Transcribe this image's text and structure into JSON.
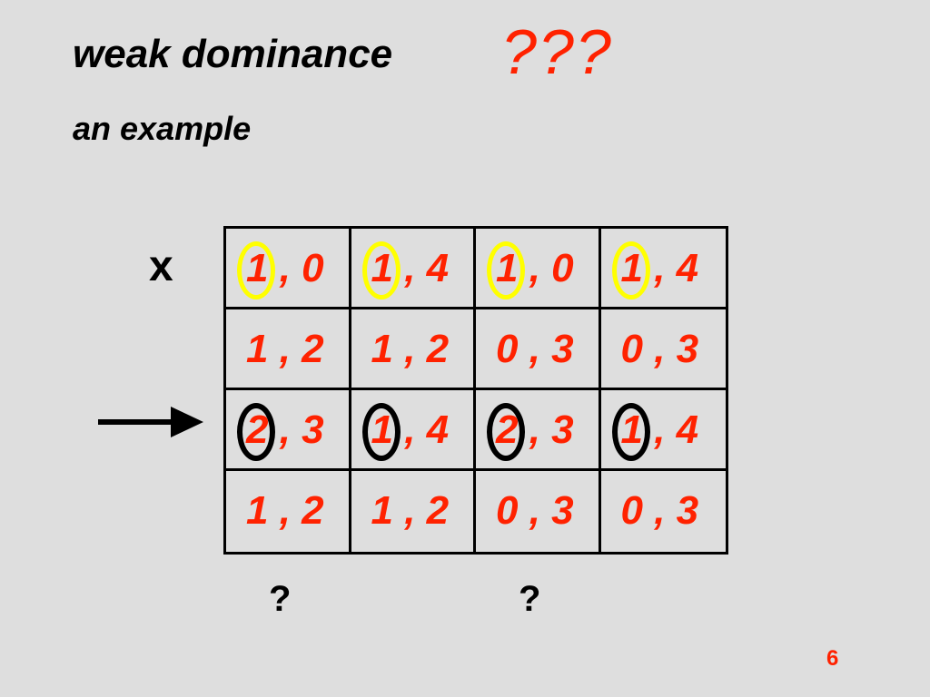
{
  "slide": {
    "title": "weak dominance",
    "title_marks": "???",
    "subtitle": "an example",
    "row_marker_label": "x",
    "page_number": "6"
  },
  "matrix": {
    "rows": [
      [
        "1 , 0",
        "1 , 4",
        "1 , 0",
        "1 , 4"
      ],
      [
        "1 , 2",
        "1 , 2",
        "0 , 3",
        "0 , 3"
      ],
      [
        "2 , 3",
        "1 , 4",
        "2 , 3",
        "1 , 4"
      ],
      [
        "1 , 2",
        "1 , 2",
        "0 , 3",
        "0 , 3"
      ]
    ]
  },
  "column_marks": [
    "?",
    "?"
  ],
  "colors": {
    "background": "#dedede",
    "payoff_text": "#ff2200",
    "circle_row_1": "#ffff00",
    "circle_row_3": "#000000"
  },
  "icons": {
    "row_arrow": "arrow-right-icon",
    "highlight_ring": "circle-highlight-icon"
  }
}
